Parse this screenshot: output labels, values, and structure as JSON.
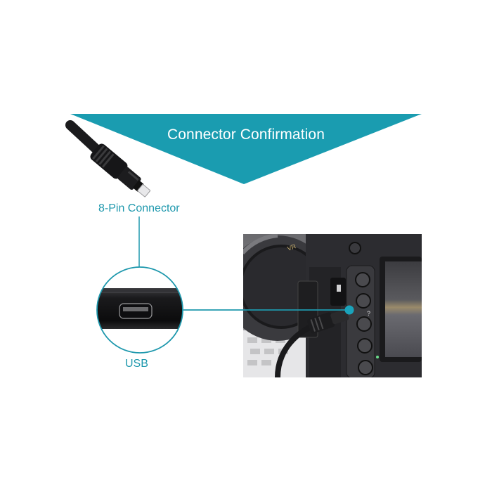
{
  "banner": {
    "title": "Connector Confirmation",
    "color": "#1a9cb0"
  },
  "labels": {
    "connector": "8-Pin Connector",
    "port": "USB"
  },
  "accent_color": "#1e98ad",
  "images": {
    "cable_plug": "black-mini-8pin-usb-plug",
    "port_closeup": "8-pin-port-magnified-circle",
    "camera_photo": "dslr-camera-with-usb-cable-plugged-in"
  }
}
